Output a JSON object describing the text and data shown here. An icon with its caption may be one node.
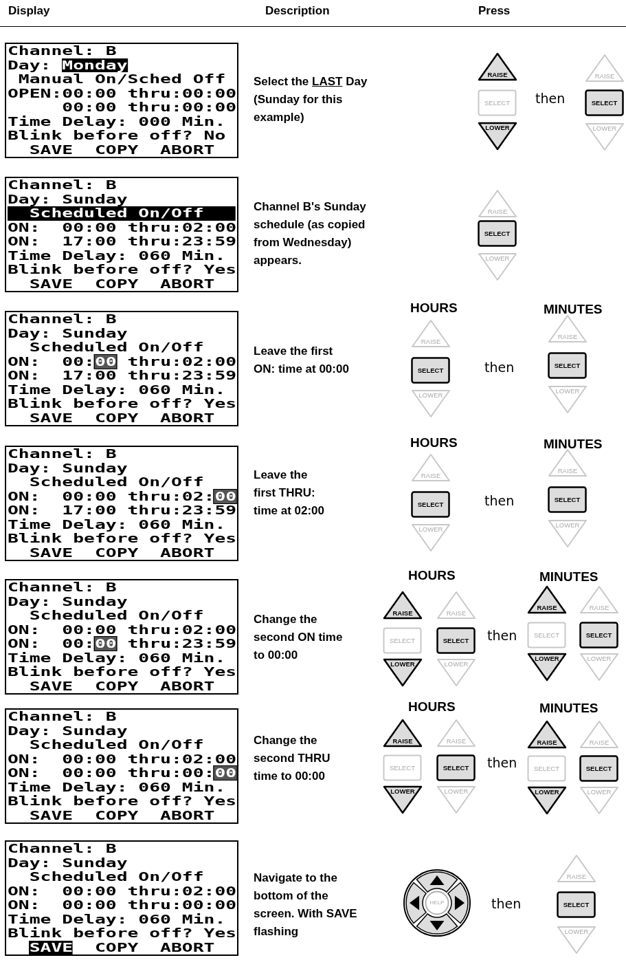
{
  "diagram": {
    "nodes": [
      {
        "text": [
          "Channel: B",
          "Day: Monday",
          "Manual On/Sched Off",
          "OPEN:00:00 thru:00:00",
          "00:00 thru:00:00",
          "Time Delay: 000 Min.",
          "Blink before off? No",
          "SAVE  COPY  ABORT"
        ]
      },
      {
        "text": [
          "RAISE"
        ]
      },
      {
        "text": [
          "SELECT"
        ]
      },
      {
        "text": [
          "LOWER"
        ]
      },
      {
        "text": [
          "RAISE"
        ]
      },
      {
        "text": [
          "SELECT"
        ]
      },
      {
        "text": [
          "LOWER"
        ]
      },
      {
        "text": [
          "Channel: B",
          "Day: Sunday",
          "Scheduled On/Off",
          "ON:  00:00 thru:02:00",
          "ON:  17:00 thru:23:59",
          "Time Delay: 060 Min.",
          "Blink before off? Yes",
          "SAVE  COPY  ABORT"
        ]
      },
      {
        "text": [
          "RAISE"
        ]
      },
      {
        "text": [
          "SELECT"
        ]
      },
      {
        "text": [
          "LOWER"
        ]
      },
      {
        "text": [
          "Channel: B",
          "Day: Sunday",
          "Scheduled On/Off",
          "ON:  00:00 thru:02:00",
          "ON:  17:00 thru:23:59",
          "Time Delay: 060 Min.",
          "Blink before off? Yes",
          "SAVE  COPY  ABORT"
        ]
      },
      {
        "text": [
          "RAISE"
        ]
      },
      {
        "text": [
          "SELECT"
        ]
      },
      {
        "text": [
          "LOWER"
        ]
      },
      {
        "text": [
          "RAISE"
        ]
      },
      {
        "text": [
          "SELECT"
        ]
      },
      {
        "text": [
          "LOWER"
        ]
      },
      {
        "text": [
          "Channel: B",
          "Day: Sunday",
          "Scheduled On/Off",
          "ON:  00:00 thru:02:00",
          "ON:  17:00 thru:23:59",
          "Time Delay: 060 Min.",
          "Blink before off? Yes",
          "SAVE  COPY  ABORT"
        ]
      },
      {
        "text": [
          "RAISE"
        ]
      },
      {
        "text": [
          "SELECT"
        ]
      },
      {
        "text": [
          "LOWER"
        ]
      },
      {
        "text": [
          "RAISE"
        ]
      },
      {
        "text": [
          "SELECT"
        ]
      },
      {
        "text": [
          "LOWER"
        ]
      },
      {
        "text": [
          "Channel: B",
          "Day: Sunday",
          "Scheduled On/Off",
          "ON:  00:00 thru:02:00",
          "ON:  00:00 thru:23:59",
          "Time Delay: 060 Min.",
          "Blink before off? Yes",
          "SAVE  COPY  ABORT"
        ]
      },
      {
        "text": [
          "RAISE"
        ]
      },
      {
        "text": [
          "RAISE"
        ]
      },
      {
        "text": [
          "SELECT"
        ]
      },
      {
        "text": [
          "SELECT"
        ]
      },
      {
        "text": [
          "LOWER"
        ]
      },
      {
        "text": [
          "LOWER"
        ]
      },
      {
        "text": [
          "RAISE"
        ]
      },
      {
        "text": [
          "RAISE"
        ]
      },
      {
        "text": [
          "SELECT"
        ]
      },
      {
        "text": [
          "SELECT"
        ]
      },
      {
        "text": [
          "LOWER"
        ]
      },
      {
        "text": [
          "LOWER"
        ]
      },
      {
        "text": [
          "Channel: B",
          "Day: Sunday",
          "Scheduled On/Off",
          "ON:  00:00 thru:02:00",
          "ON:  00:00 thru:00:00",
          "Time Delay: 060 Min.",
          "Blink before off? Yes",
          "SAVE  COPY  ABORT"
        ]
      },
      {
        "text": [
          "RAISE"
        ]
      },
      {
        "text": [
          "RAISE"
        ]
      },
      {
        "text": [
          "SELECT"
        ]
      },
      {
        "text": [
          "SELECT"
        ]
      },
      {
        "text": [
          "LOWER"
        ]
      },
      {
        "text": [
          "LOWER"
        ]
      },
      {
        "text": [
          "RAISE"
        ]
      },
      {
        "text": [
          "RAISE"
        ]
      },
      {
        "text": [
          "SELECT"
        ]
      },
      {
        "text": [
          "SELECT"
        ]
      },
      {
        "text": [
          "LOWER"
        ]
      },
      {
        "text": [
          "LOWER"
        ]
      },
      {
        "text": [
          "Channel: B",
          "Day: Sunday",
          "Scheduled On/Off",
          "ON:  00:00 thru:02:00",
          "ON:  00:00 thru:00:00",
          "Time Delay: 060 Min.",
          "Blink before off? Yes",
          "SAVE  COPY  ABORT"
        ]
      },
      {
        "text": [
          "HELP"
        ]
      },
      {
        "text": [
          "RAISE"
        ]
      },
      {
        "text": [
          "SELECT"
        ]
      },
      {
        "text": [
          "LOWER"
        ]
      }
    ],
    "labels": [
      "Display",
      "Description",
      "Press",
      "Select the LAST Day (Sunday for this example)",
      "then",
      "Channel B's Sunday schedule (as copied from Wednesday) appears.",
      "HOURS",
      "MINUTES",
      "Leave the first ON: time at 00:00",
      "then",
      "HOURS",
      "MINUTES",
      "Leave the first THRU: time at 02:00",
      "then",
      "HOURS",
      "MINUTES",
      "Change the second ON time to 00:00",
      "then",
      "HOURS",
      "MINUTES",
      "Change the second THRU time to 00:00",
      "then",
      "Navigate to the bottom of the screen. With SAVE flashing",
      "then"
    ]
  }
}
